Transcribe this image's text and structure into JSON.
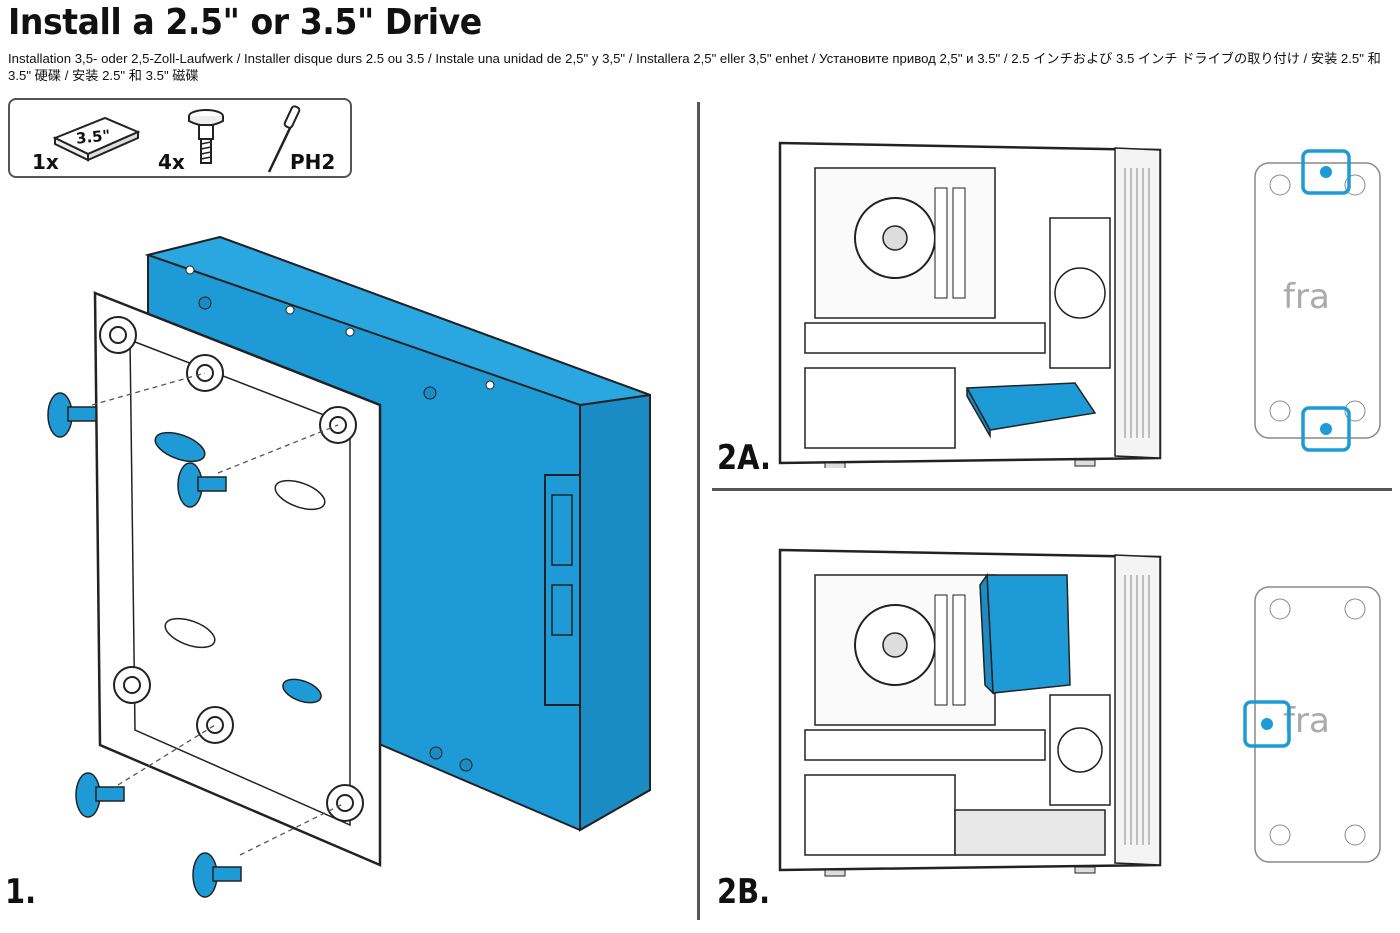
{
  "header": {
    "title": "Install a 2.5\" or 3.5\" Drive",
    "subtitle": "Installation 3,5- oder 2,5-Zoll-Laufwerk / Installer disque durs 2.5 ou 3.5 / Instale una unidad de 2,5\" y 3,5\" / Installera 2,5\" eller 3,5\" enhet / Установите привод 2,5\" и 3.5\" / 2.5 インチおよび 3.5 インチ ドライブの取り付け / 安装 2.5\" 和 3.5\"  硬碟 / 安装 2.5\" 和 3.5\" 磁碟"
  },
  "tools": [
    {
      "quantity": "1x",
      "icon": "hard-drive-icon",
      "label": "3.5\""
    },
    {
      "quantity": "4x",
      "icon": "screw-icon"
    },
    {
      "icon": "screwdriver-icon",
      "label": "PH2"
    }
  ],
  "steps": [
    {
      "label": "1.",
      "description": "drive-bracket-exploded-view"
    },
    {
      "label": "2A.",
      "description": "case-drive-mounted-bottom"
    },
    {
      "label": "2B.",
      "description": "case-drive-mounted-front"
    }
  ],
  "colors": {
    "accent": "#1e9bd7",
    "line": "#333333",
    "divider": "#555555"
  }
}
